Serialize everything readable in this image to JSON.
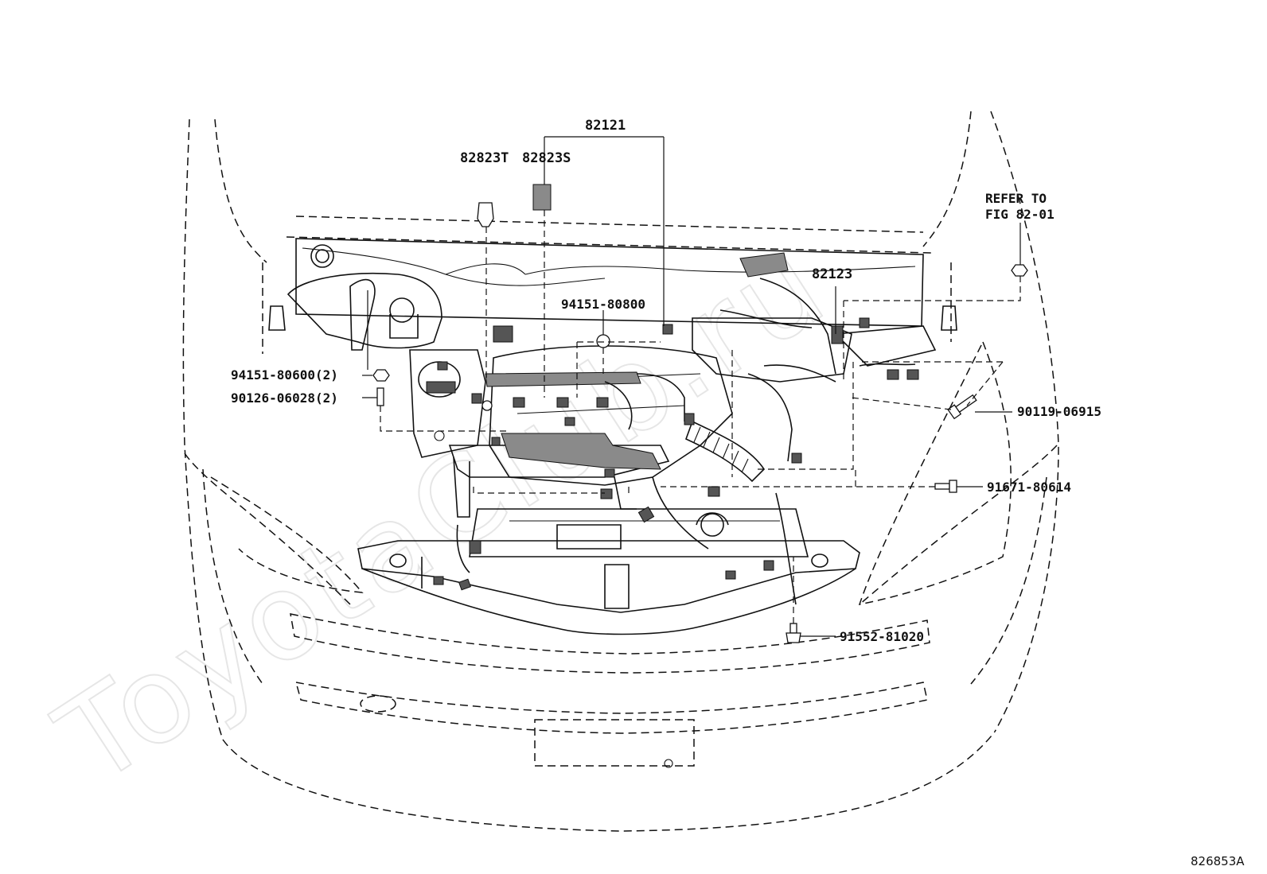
{
  "watermark": "ToyotaClub.ru",
  "callouts": {
    "c82121": "82121",
    "c82823T": "82823T",
    "c82823S": "82823S",
    "refer_line1": "REFER TO",
    "refer_line2": "FIG 82-01",
    "c82123": "82123",
    "c94151_80800": "94151-80800",
    "c94151_80600": "94151-80600(2)",
    "c90126_06028": "90126-06028(2)",
    "c90119_06915": "90119-06915",
    "c91671_80614": "91671-80614",
    "c91552_81020": "91552-81020"
  },
  "illustration_code": "826853A"
}
